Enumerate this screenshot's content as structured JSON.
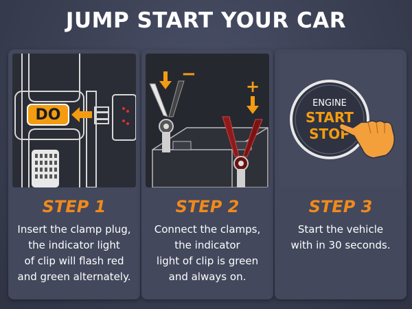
{
  "title": "JUMP START YOUR CAR",
  "colors": {
    "accent": "#f08a1c",
    "background": "#3a3f52",
    "card": "#43485c",
    "text": "#ffffff"
  },
  "steps": [
    {
      "label": "STEP 1",
      "lines": [
        "Insert the clamp plug,",
        "the indicator light",
        "of clip will flash red",
        "and green alternately."
      ],
      "icons": [
        "car-interior-illustration",
        "clamp-plug-icon",
        "arrow-left-icon"
      ]
    },
    {
      "label": "STEP 2",
      "lines": [
        "Connect the clamps,",
        "the indicator",
        "light of clip is green",
        "and always on."
      ],
      "symbols": {
        "negative": "−",
        "positive": "+"
      },
      "icons": [
        "black-clamp-icon",
        "red-clamp-icon",
        "battery-icon"
      ]
    },
    {
      "label": "STEP 3",
      "lines": [
        "Start the vehicle",
        "with in 30 seconds."
      ],
      "button": {
        "line1": "ENGINE",
        "line2": "START",
        "line3": "STOP"
      },
      "icons": [
        "engine-start-button-icon",
        "hand-pointer-icon"
      ]
    }
  ]
}
